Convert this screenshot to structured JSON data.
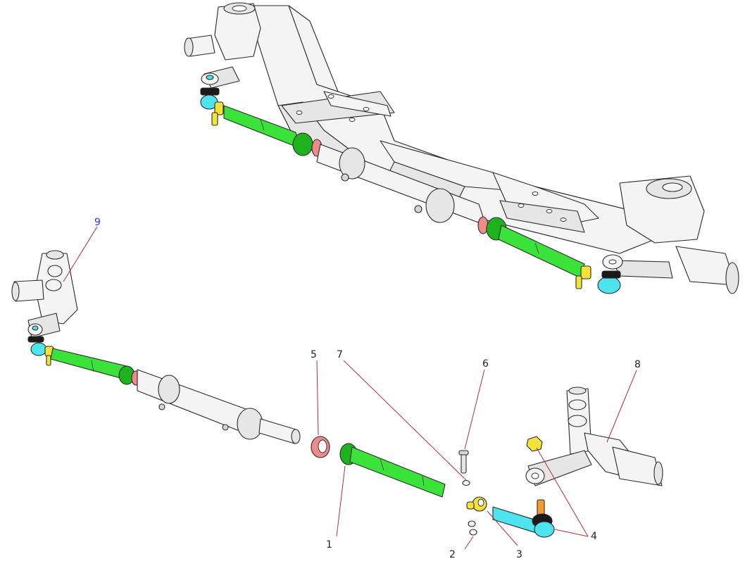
{
  "diagram": {
    "callouts": [
      {
        "id": "1",
        "text": "1"
      },
      {
        "id": "2",
        "text": "2"
      },
      {
        "id": "3",
        "text": "3"
      },
      {
        "id": "4",
        "text": "4"
      },
      {
        "id": "5",
        "text": "5"
      },
      {
        "id": "6",
        "text": "6"
      },
      {
        "id": "7",
        "text": "7"
      },
      {
        "id": "8",
        "text": "8"
      },
      {
        "id": "9",
        "text": "9"
      }
    ]
  },
  "colors": {
    "tie_rod": "#3ae23a",
    "lock_ring": "#f08a8a",
    "clamp": "#f3e23a",
    "tie_rod_end": "#4fe3ef",
    "stud": "#f59a2e",
    "leader_line": "#b0303c",
    "callout_9": "#2a35d8"
  }
}
